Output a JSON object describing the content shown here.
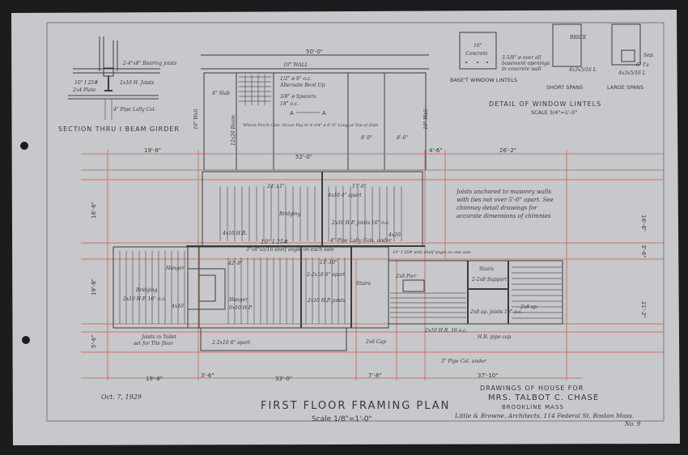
{
  "section_detail": {
    "title": "SECTION THRU I BEAM GIRDER",
    "notes": [
      "2-4\"x8\" Bearing joists",
      "10\" I 25#",
      "2x10 H. Joists",
      "2x4 Plate",
      "4\" Pipe Lally Col."
    ]
  },
  "lintel_detail": {
    "title": "DETAIL OF WINDOW LINTELS",
    "scale": "SCALE 3/4\"=1'-0\"",
    "basement_label": "BASE'T WINDOW LINTELS",
    "basement_dim": "16\"",
    "basement_material": "Concrete",
    "basement_note_1": "3-5/8\" ø over all",
    "basement_note_2": "basement openings",
    "basement_note_3": "in concrete wall",
    "short_label": "SHORT SPANS",
    "short_angle": "4x3x5/16 L",
    "brick_label": "BRICK",
    "large_label": "LARGE SPANS",
    "large_note_1": "Sep.",
    "large_note_2": "6\" I's",
    "large_angle": "4x3x5/16 L"
  },
  "porch": {
    "overall_dim": "50'-0\"",
    "wall_label": "10\" WALL",
    "slab": "4\" Slab",
    "beam": "12x20 Beam",
    "left_wall": "10\" Wall",
    "right_wall": "10\" Wall",
    "rebar_1": "1/2\" ø 9\" o.c.",
    "rebar_2": "Alternate Bent Up",
    "rebar_3": "3/8\" ø Spacers",
    "rebar_4": "18\" o.c.",
    "section_mark": "A",
    "note": "Where Porch Cols. Occur Pay In 4-3/4\" ø 6'-0\" Long at Top of Slab",
    "dim_a": "8'-0\"",
    "dim_b": "8'-0\""
  },
  "dimensions": {
    "top": [
      "19'-8\"",
      "52'-0\"",
      "4'-6\"",
      "26'-2\""
    ],
    "bottom": [
      "19'-8\"",
      "3'-6\"",
      "33'-0\"",
      "7'-8\"",
      "37'-10\""
    ],
    "left": [
      "16'-6\"",
      "19'-8\"",
      "5'-6\""
    ],
    "right": [
      "16'-6\"",
      "3'-6\"",
      "21'-2\""
    ]
  },
  "plan_labels": {
    "dim_24_11": "24'-11\"",
    "dim_17_6": "17'-6\"",
    "bridging_1": "Bridging",
    "bridging_2": "Bridging",
    "joists_upper": "2x10 H.P. Joists 16\" o.c.",
    "apart_4": "4x10 4\" apart",
    "hr_4x10": "4x10 H.R.",
    "r_4x10": "4x10",
    "ibeam": "10\" I 25#",
    "shelf_angle": "3\"x4\"x5/16 shelf angle on each side",
    "lally": "4\" Pipe Lally Cols. under",
    "dim_42_9": "42'-9\"",
    "dim_11_10": "11'-10\"",
    "hanger_1": "Hanger",
    "hanger_2": "Hanger",
    "left_joists": "2x10 H.P. 16\" o.c.",
    "left_4x10": "4x10",
    "hr_6x10": "6x10 H.P.",
    "apart_6": "2-2x10 6\" apart",
    "apart_6b": "2-2x10 6\" apart",
    "center_joists": "2x10 H.P. joists",
    "toilet_1": "Joists in Toilet",
    "toilet_2": "set for Tile floor",
    "ibeam_2": "10\" I 25# with shelf angle on one side",
    "pier": "2x8 Pier",
    "stairs_1": "Stairs",
    "stairs_2": "Stairs",
    "support": "2-2x8 Support",
    "right_joists": "2x8 ap. joists 16\" o.c.",
    "cap": "H.R. pipe cap",
    "sp_2x8": "2x8 sp.",
    "hr_2x10": "2x10 H.R. 16 o.c.",
    "cap_2x6": "2x6 Cap",
    "pipe_col": "3\" Pipe Col. under",
    "note": "Joists anchored to masonry walls with ties not over 5'-0\" apart. See chimney detail drawings for accurate dimensions of chimnies"
  },
  "title_block": {
    "date": "Oct. 7, 1929",
    "plan_title": "FIRST FLOOR FRAMING PLAN",
    "plan_scale": "Scale 1/8\"=1'-0\"",
    "line1": "DRAWINGS OF HOUSE FOR",
    "line2": "MRS. TALBOT C. CHASE",
    "line3": "BROOKLINE  MASS",
    "architects": "Little & Browne, Architects, 114 Federal St. Boston Mass.",
    "sheet": "No. 9"
  },
  "colors": {
    "paper": "#c6c8cb",
    "ink": "#3b3c40",
    "red": "#c9674e",
    "background": "#1b1c1e"
  }
}
